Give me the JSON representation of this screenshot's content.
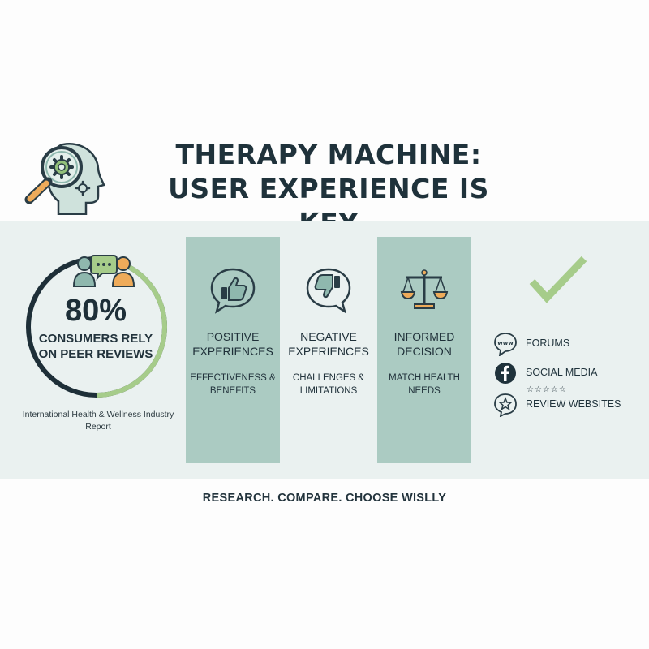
{
  "header": {
    "title_line1": "THERAPY MACHINE:",
    "title_line2": "USER EXPERIENCE IS KEY",
    "icon": "head-magnifier-gear-icon"
  },
  "stat": {
    "value": "80%",
    "text": "CONSUMERS RELY ON PEER REVIEWS",
    "source": "International Health & Wellness Industry Report",
    "icon": "people-chat-icon",
    "ring_fraction": 0.5,
    "colors": {
      "dark": "#1e2f38",
      "green": "#a6cc8a"
    }
  },
  "panels": [
    {
      "title": "POSITIVE EXPERIENCES",
      "subtitle": "EFFECTIVENESS & BENEFITS",
      "icon": "thumbs-up-icon",
      "shaded": true
    },
    {
      "title": "NEGATIVE EXPERIENCES",
      "subtitle": "CHALLENGES & LIMITATIONS",
      "icon": "thumbs-down-icon",
      "shaded": false
    },
    {
      "title": "INFORMED DECISION",
      "subtitle": "MATCH HEALTH NEEDS",
      "icon": "scales-icon",
      "shaded": true
    }
  ],
  "sources": [
    {
      "label": "FORUMS",
      "icon": "www-speech-icon"
    },
    {
      "label": "SOCIAL MEDIA",
      "icon": "facebook-icon"
    },
    {
      "label": "REVIEW WEBSITES",
      "icon": "star-badge-icon"
    }
  ],
  "stars": "☆☆☆☆☆",
  "check_icon": "checkmark-icon",
  "footer": "RESEARCH. COMPARE. CHOOSE WISLLY",
  "colors": {
    "band": "#eaf1f0",
    "panel": "#abcbc2",
    "accent_green": "#a6cc8a",
    "accent_orange": "#eeab5a",
    "dark": "#1f323b"
  }
}
